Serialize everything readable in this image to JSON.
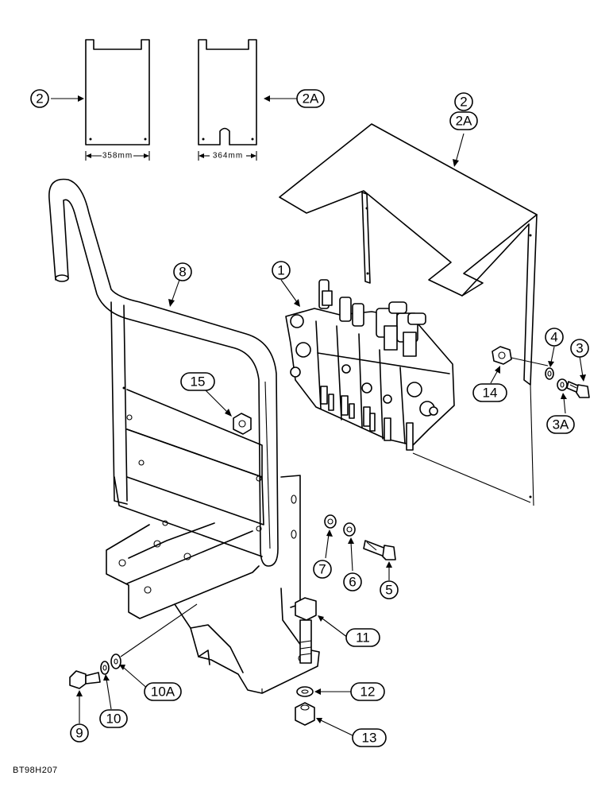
{
  "callouts": {
    "c1": "1",
    "c2_top": "2",
    "c2A_top": "2A",
    "c2_right": "2",
    "c2A_right": "2A",
    "c3": "3",
    "c3A": "3A",
    "c4": "4",
    "c5": "5",
    "c6": "6",
    "c7": "7",
    "c8": "8",
    "c9": "9",
    "c10": "10",
    "c10A": "10A",
    "c11": "11",
    "c12": "12",
    "c13": "13",
    "c14": "14",
    "c15": "15"
  },
  "dimensions": {
    "plate_2_width": "358mm",
    "plate_2A_width": "364mm"
  },
  "figure_code": "BT98H207"
}
